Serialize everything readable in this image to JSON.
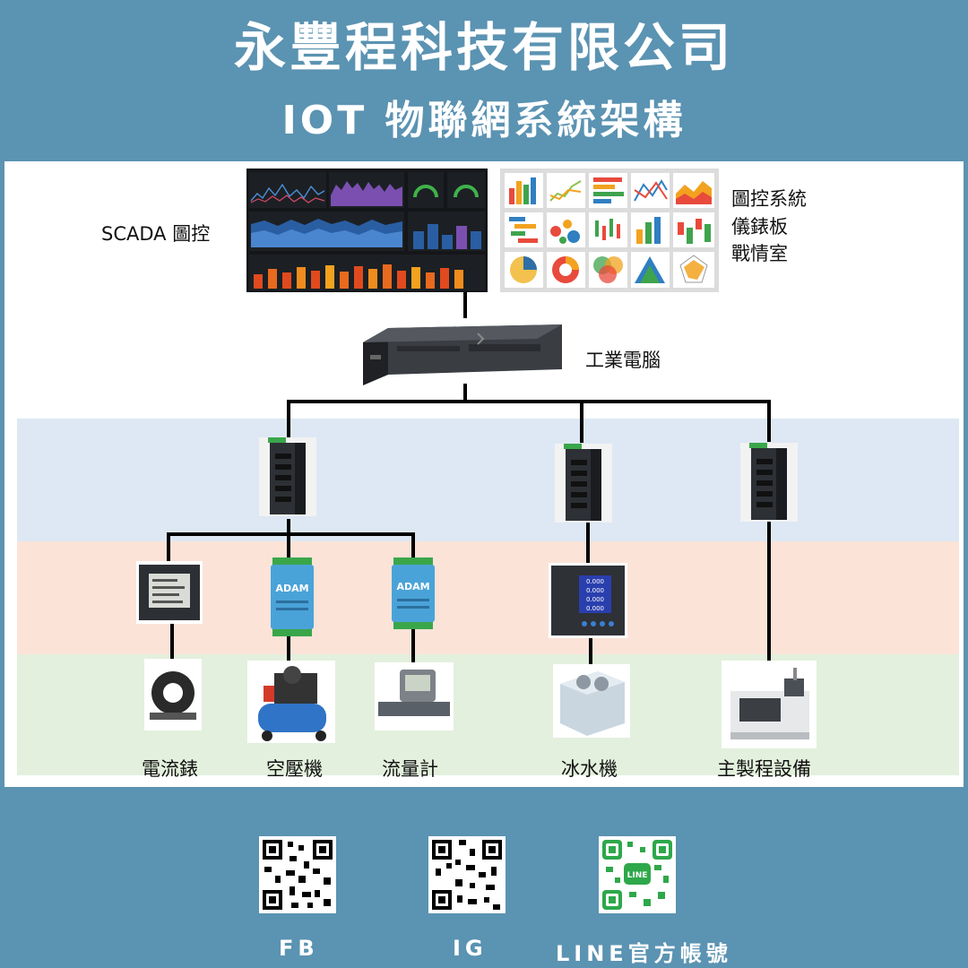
{
  "header": {
    "company": "永豐程科技有限公司",
    "subtitle": "IOT  物聯網系統架構"
  },
  "top": {
    "scada_label": "SCADA 圖控",
    "dashboard_lines": [
      "圖控系統",
      "儀錶板",
      "戰情室"
    ],
    "ipc_label": "工業電腦"
  },
  "devices": {
    "current_meter": "電流錶",
    "air_compressor": "空壓機",
    "flow_meter": "流量計",
    "chiller": "冰水機",
    "main_equipment": "主製程設備"
  },
  "meter_readout": [
    "0.000",
    "0.000",
    "0.000",
    "0.000"
  ],
  "adam_label": "ADAM",
  "footer": {
    "fb": "FB",
    "ig": "IG",
    "line": "LINE官方帳號",
    "line_badge": "LINE"
  },
  "colors": {
    "background": "#5b93b2",
    "band_blue": "#dde8f4",
    "band_peach": "#fbe3d8",
    "band_green": "#e3f0dd"
  }
}
